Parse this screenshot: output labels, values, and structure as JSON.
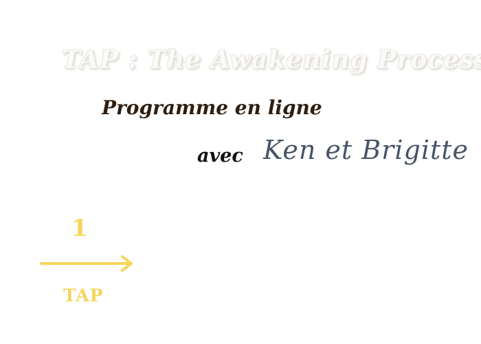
{
  "header": {
    "title": "TAP : The Awakening Process",
    "subtitle": "Programme en ligne",
    "with_label": "avec",
    "presenters": "Ken et Brigitte"
  },
  "steps": [
    {
      "number": "1",
      "label": "TAP"
    }
  ],
  "colors": {
    "title": "#fbfaf6",
    "subtitle": "#2e1e12",
    "presenters": "#475467",
    "accent": "#f6d55c"
  },
  "icons": {
    "step_arrow": "arrow-right-icon"
  }
}
